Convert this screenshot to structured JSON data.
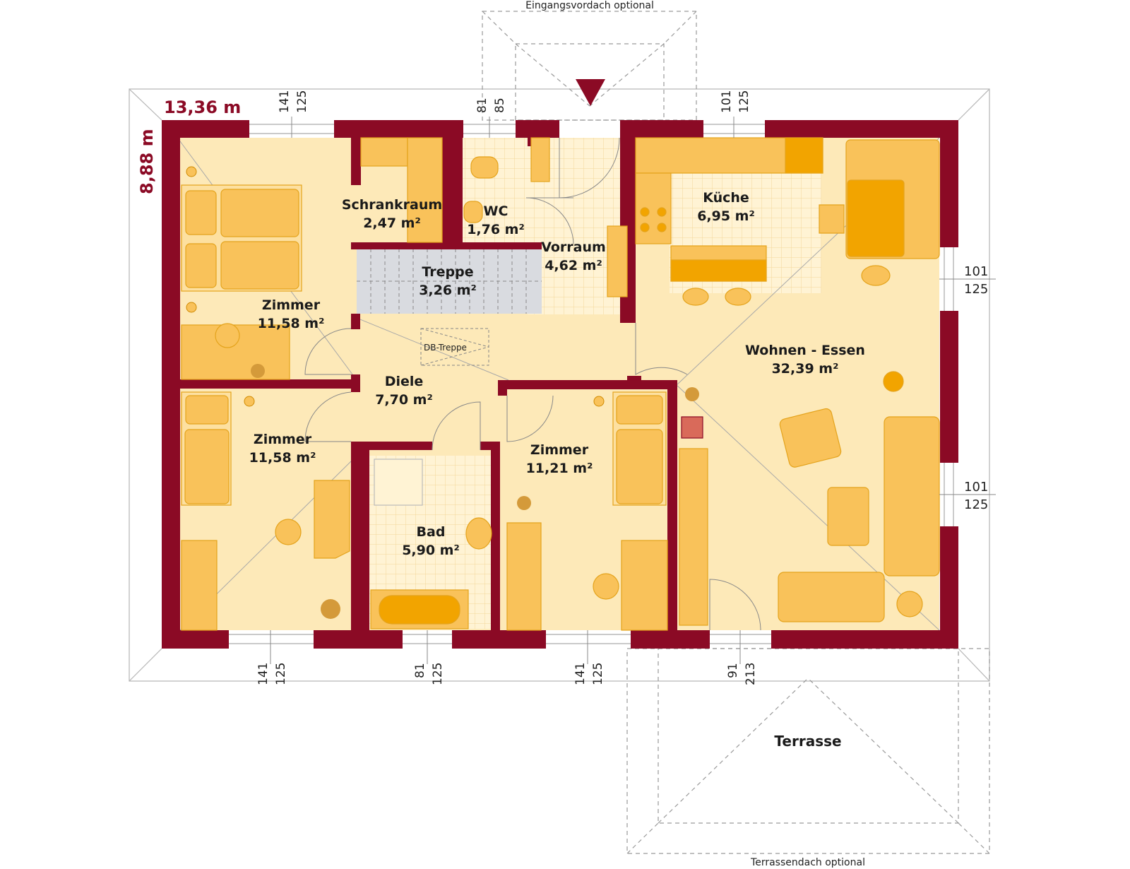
{
  "colors": {
    "wall": "#8b0a25",
    "floor": "#fde9b8",
    "furniture": "#f9c25a",
    "furniture_dark": "#f2a400",
    "tile_floor": "#fff3d4",
    "stairs": "#d9dbe0",
    "dashed": "#9a9a9a"
  },
  "dimensions": {
    "width": "13,36 m",
    "depth": "8,88 m",
    "top": [
      {
        "a": "141",
        "b": "125"
      },
      {
        "a": "81",
        "b": "85"
      },
      {
        "a": "101",
        "b": "125"
      }
    ],
    "right": [
      {
        "a": "101",
        "b": "125"
      },
      {
        "a": "101",
        "b": "125"
      }
    ],
    "bottom": [
      {
        "a": "141",
        "b": "125"
      },
      {
        "a": "81",
        "b": "125"
      },
      {
        "a": "141",
        "b": "125"
      },
      {
        "a": "91",
        "b": "213"
      }
    ]
  },
  "notes": {
    "entry_roof": "Eingangsvordach optional",
    "terrace_roof": "Terrassendach optional",
    "attic_stair": "DB-Treppe"
  },
  "rooms": [
    {
      "name": "Schrankraum",
      "area": "2,47 m²"
    },
    {
      "name": "WC",
      "area": "1,76 m²"
    },
    {
      "name": "Vorraum",
      "area": "4,62 m²"
    },
    {
      "name": "Küche",
      "area": "6,95 m²"
    },
    {
      "name": "Treppe",
      "area": "3,26 m²"
    },
    {
      "name": "Zimmer",
      "area": "11,58 m²"
    },
    {
      "name": "Wohnen - Essen",
      "area": "32,39 m²"
    },
    {
      "name": "Diele",
      "area": "7,70 m²"
    },
    {
      "name": "Zimmer",
      "area": "11,58 m²"
    },
    {
      "name": "Zimmer",
      "area": "11,21 m²"
    },
    {
      "name": "Bad",
      "area": "5,90 m²"
    }
  ],
  "terrace": {
    "name": "Terrasse"
  }
}
